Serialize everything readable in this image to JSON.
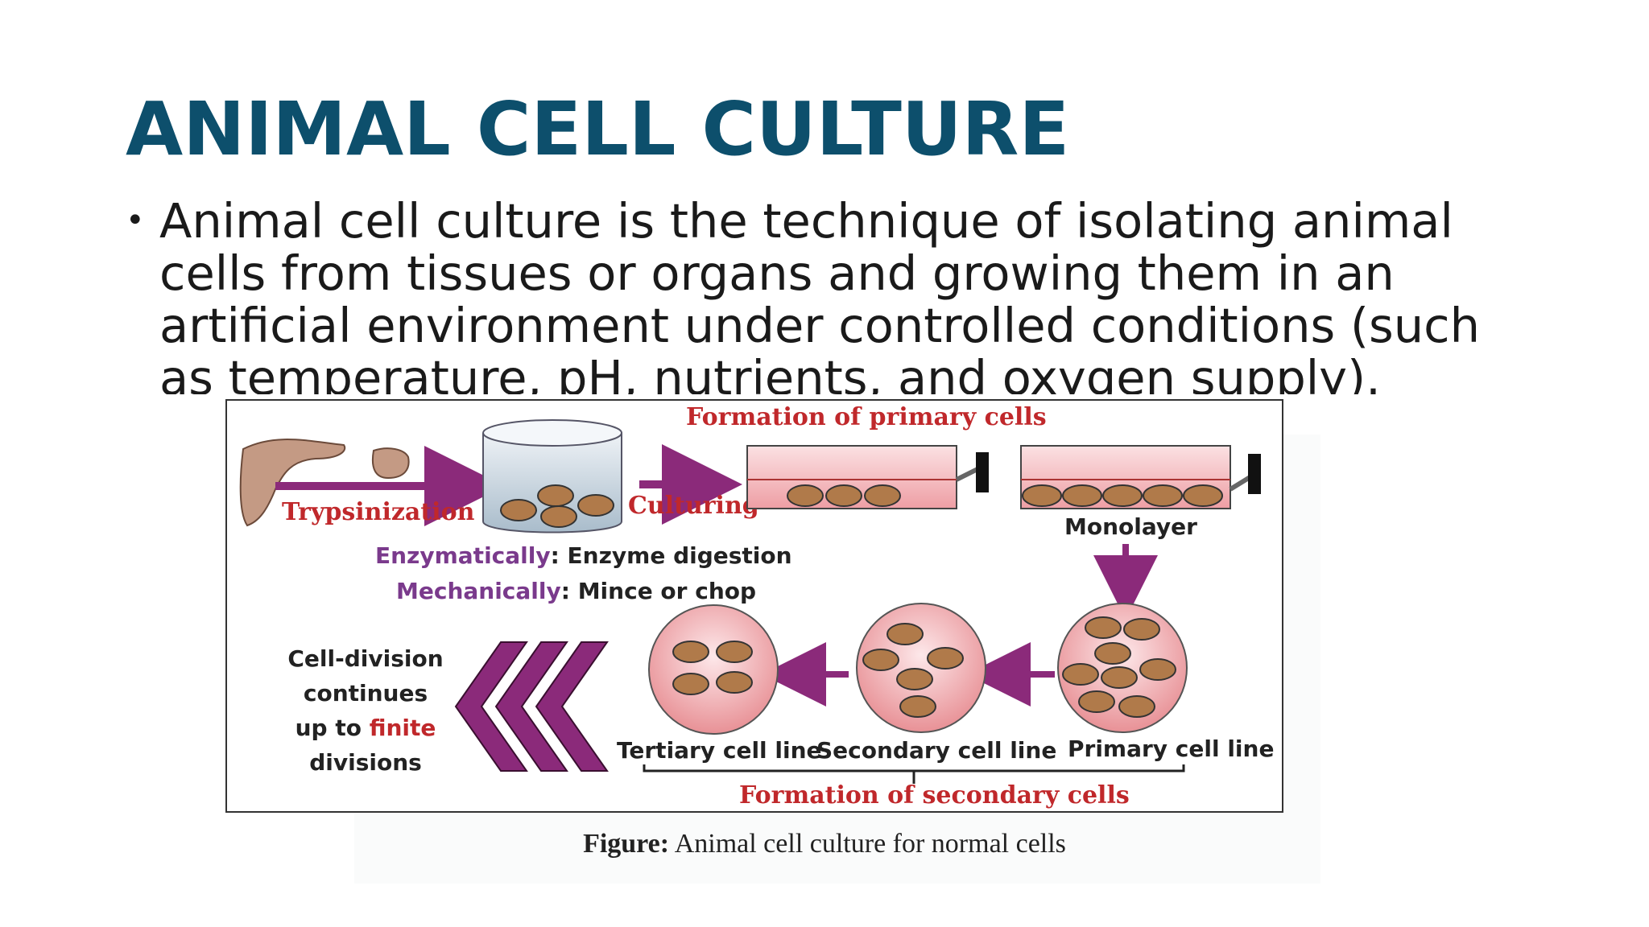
{
  "slide": {
    "title": "ANIMAL CELL CULTURE",
    "bullet_text": "Animal cell culture is the technique of isolating animal cells from tissues or organs and growing them in an artificial environment under controlled conditions (such as temperature, pH, nutrients, and oxygen supply).",
    "bullet_symbol": "•"
  },
  "figure": {
    "title_primary": "Formation of primary cells",
    "trypsinization": "Trypsinization",
    "culturing": "Culturing",
    "monolayer": "Monolayer",
    "enzymatically": "Enzymatically",
    "enzymatically_desc": ": Enzyme digestion",
    "mechanically": "Mechanically",
    "mechanically_desc": ": Mince or chop",
    "cell_division_1": "Cell-division",
    "cell_division_2": "continues",
    "cell_division_3a": "up to ",
    "cell_division_3b": "finite",
    "cell_division_4": "divisions",
    "tertiary": "Tertiary cell line",
    "secondary": "Secondary cell line",
    "primary": "Primary cell line",
    "title_secondary": "Formation of secondary cells",
    "caption_bold": "Figure:",
    "caption_text": " Animal cell culture for normal cells"
  },
  "colors": {
    "title": "#0d4f6c",
    "accent_red": "#c0282b",
    "arrow_purple": "#8b2a7a",
    "cell_fill": "#b07a4a",
    "flask_pink": "#f3c3c6",
    "circle_pink": "#f0b4b8"
  }
}
